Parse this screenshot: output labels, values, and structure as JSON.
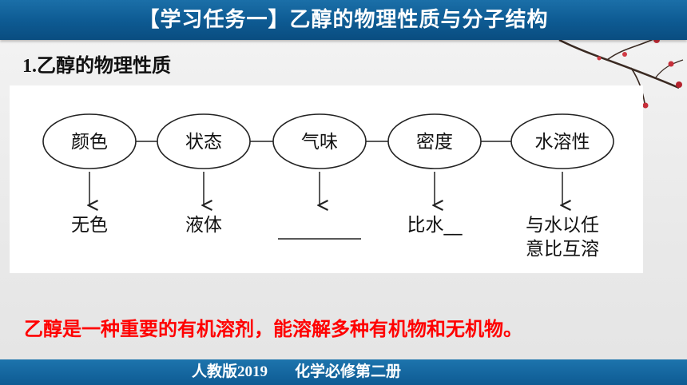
{
  "header": {
    "title": "【学习任务一】乙醇的物理性质与分子结构"
  },
  "section": {
    "number": "1.",
    "title": "乙醇的物理性质"
  },
  "diagram": {
    "properties": [
      {
        "label": "颜色",
        "value_lines": [
          "无色"
        ],
        "blank": false
      },
      {
        "label": "状态",
        "value_lines": [
          "液体"
        ],
        "blank": false
      },
      {
        "label": "气味",
        "value_lines": [],
        "blank": true
      },
      {
        "label": "密度",
        "value_lines": [
          "比水__"
        ],
        "blank": false
      },
      {
        "label": "水溶性",
        "value_lines": [
          "与水以任",
          "意比互溶"
        ],
        "blank": false
      }
    ]
  },
  "note": {
    "text": "乙醇是一种重要的有机溶剂，能溶解多种有机物和无机物。"
  },
  "footer": {
    "edition": "人教版2019",
    "book": "化学必修第二册"
  },
  "colors": {
    "header": "#0d5a92",
    "note": "#ff0000",
    "footer": "#0e5b93"
  }
}
